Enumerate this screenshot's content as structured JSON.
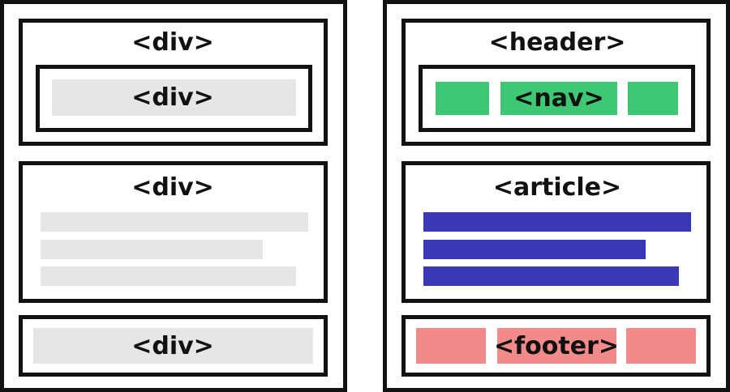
{
  "colors": {
    "outline": "#111111",
    "placeholder_gray": "#e6e6e6",
    "nav_green": "#3ec873",
    "article_blue": "#3a38b4",
    "footer_red": "#f28a8a"
  },
  "left_panel": {
    "header_label": "<div>",
    "nav_label": "<div>",
    "article_label": "<div>",
    "footer_label": "<div>"
  },
  "right_panel": {
    "header_label": "<header>",
    "nav_label": "<nav>",
    "article_label": "<article>",
    "footer_label": "<footer>"
  }
}
